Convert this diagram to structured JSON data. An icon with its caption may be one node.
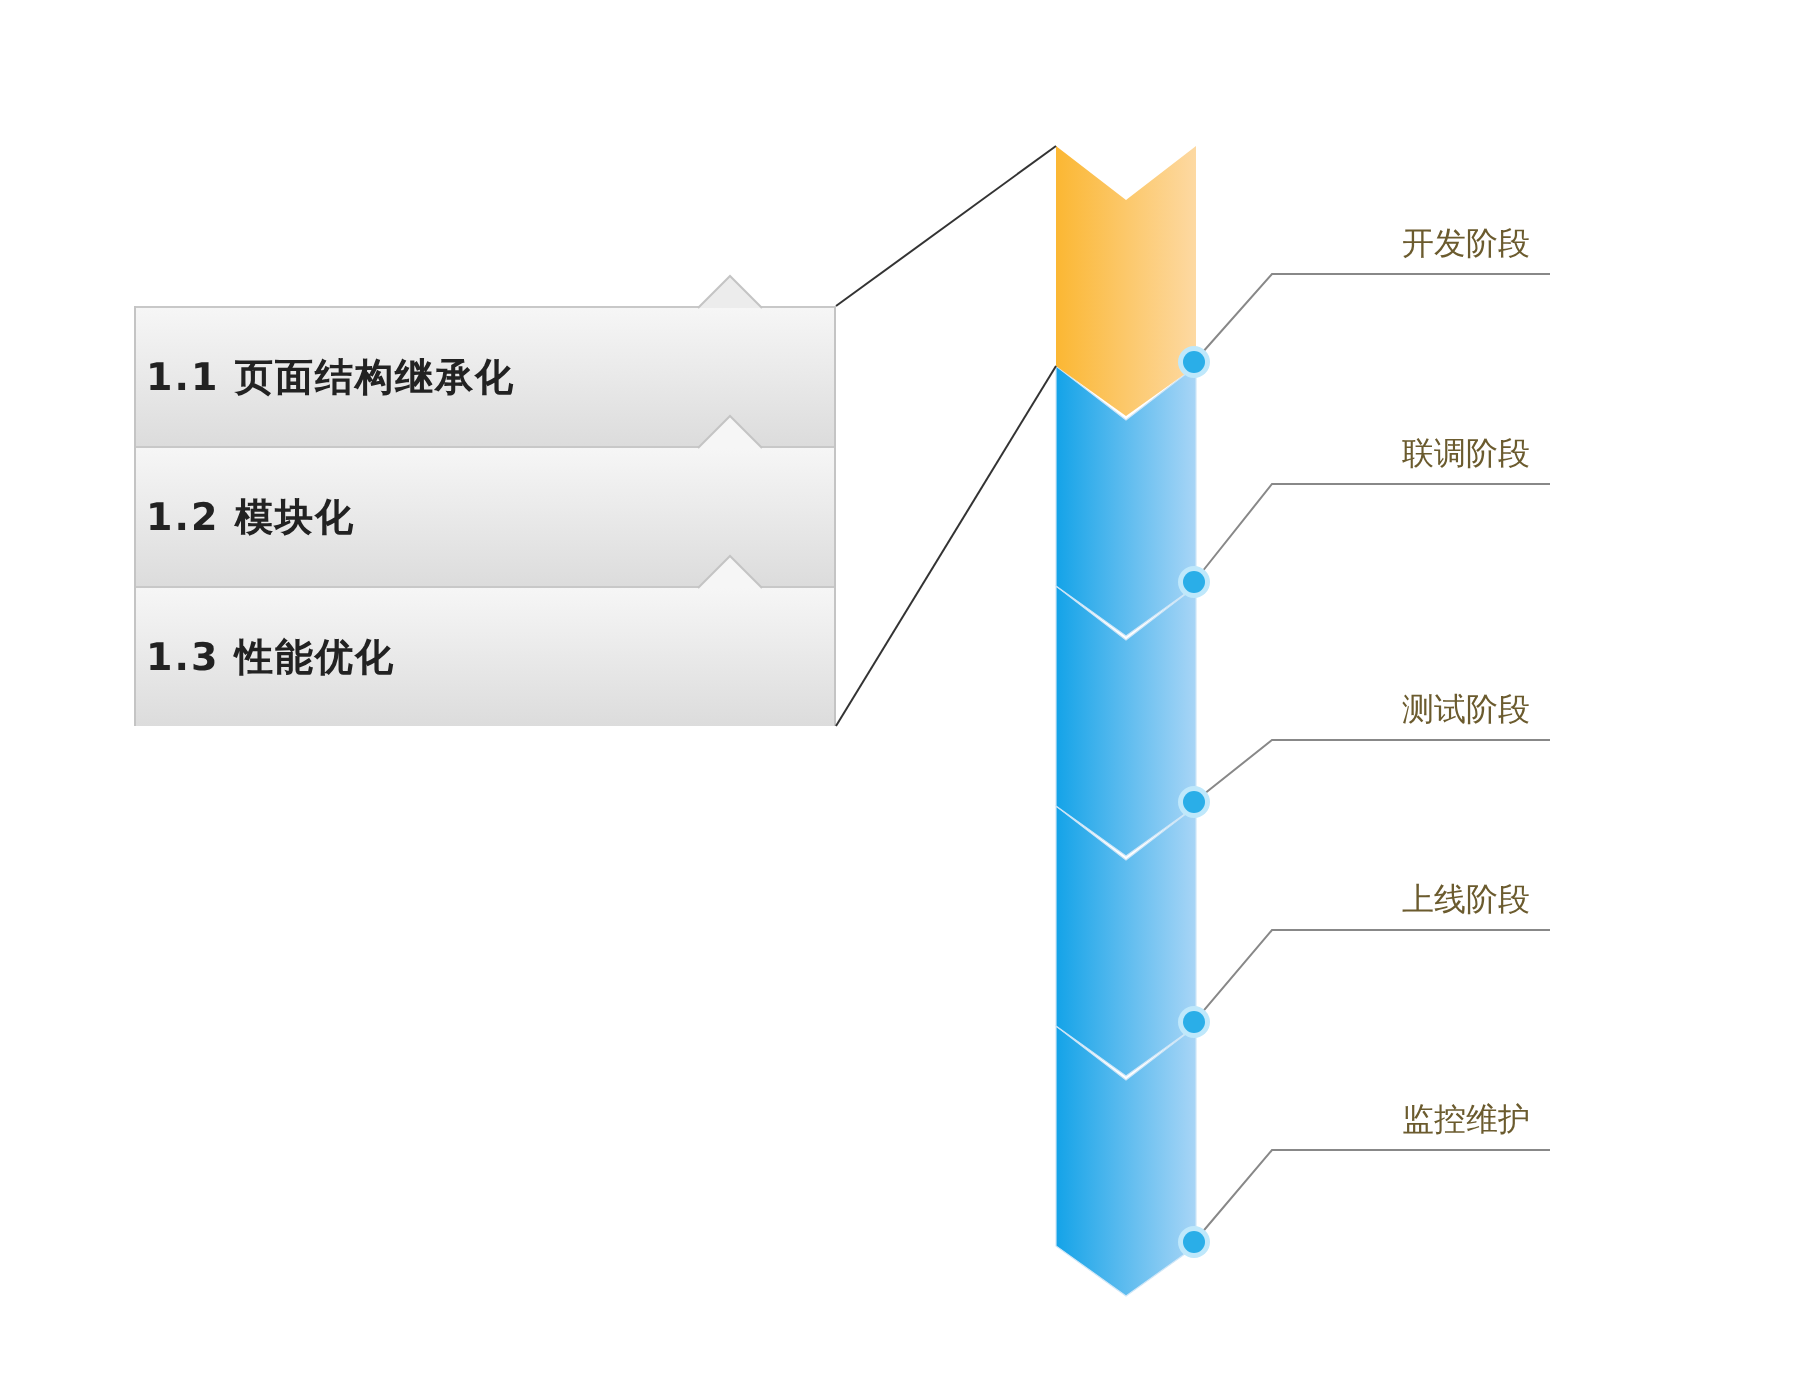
{
  "diagram": {
    "nodes": [
      {
        "text": [],
        "shape": "box"
      },
      {
        "text": [
          "1.1 页面结构继承化"
        ],
        "in": 0
      },
      {
        "text": [
          "1.2 模块化"
        ],
        "in": 0
      },
      {
        "text": [
          "1.3 性能优化"
        ],
        "in": 0
      },
      {
        "text": [],
        "shape": "chevron"
      },
      {
        "text": [],
        "shape": "chevron"
      },
      {
        "text": [],
        "shape": "chevron"
      },
      {
        "text": [],
        "shape": "chevron"
      },
      {
        "text": [],
        "shape": "chevron"
      },
      {
        "text": [
          "开发阶段"
        ]
      },
      {
        "text": [
          "联调阶段"
        ]
      },
      {
        "text": [
          "测试阶段"
        ]
      },
      {
        "text": [
          "上线阶段"
        ]
      },
      {
        "text": [
          "监控维护"
        ]
      }
    ],
    "edges": [
      {
        "from": 0,
        "to": 4,
        "arrow": "none"
      },
      {
        "from": 0,
        "to": 4,
        "arrow": "none"
      },
      {
        "from": 9,
        "to": 4,
        "arrow": "other"
      },
      {
        "from": 10,
        "to": 5,
        "arrow": "other"
      },
      {
        "from": 11,
        "to": 6,
        "arrow": "other"
      },
      {
        "from": 12,
        "to": 7,
        "arrow": "other"
      },
      {
        "from": 13,
        "to": 8,
        "arrow": "other"
      }
    ]
  }
}
